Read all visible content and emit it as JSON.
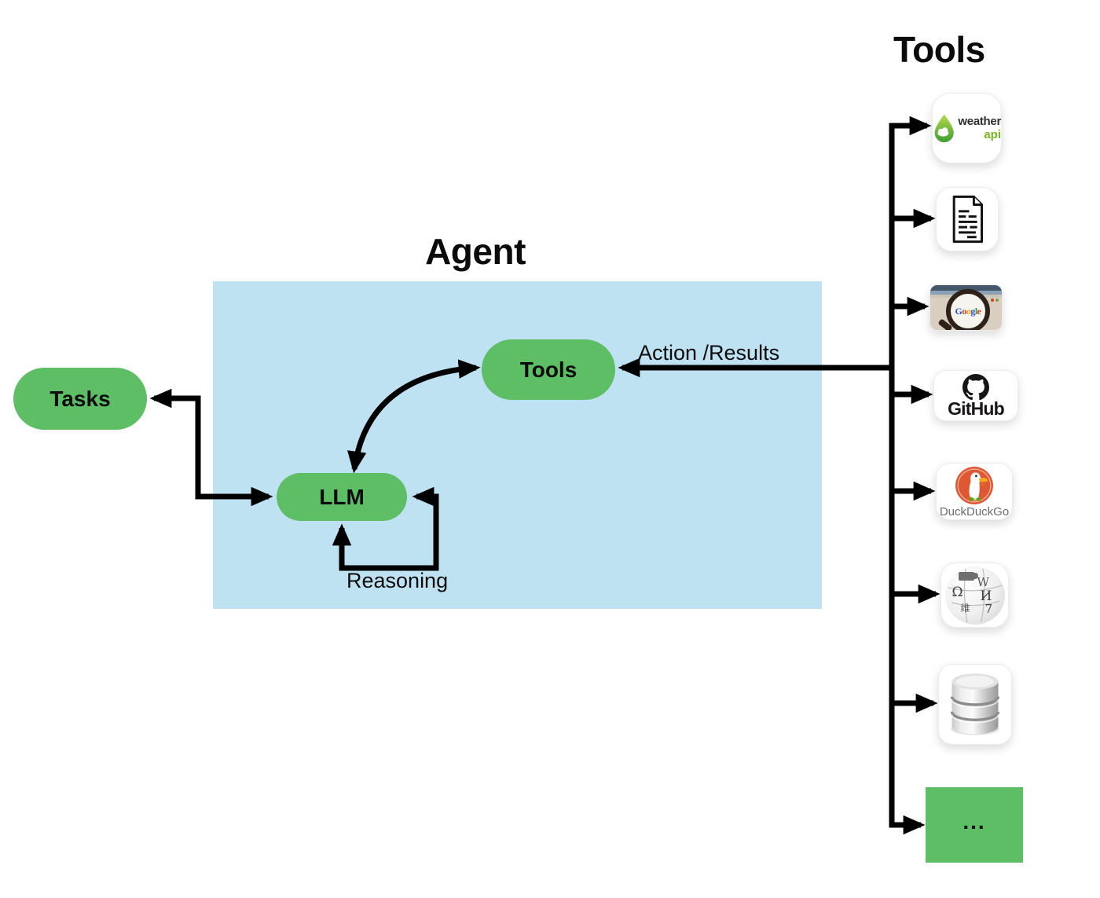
{
  "tools_panel": {
    "title": "Tools",
    "items": [
      {
        "name": "weather-api",
        "text_primary": "weather",
        "text_secondary": "api"
      },
      {
        "name": "document"
      },
      {
        "name": "google-search",
        "letters": [
          "G",
          "o",
          "o",
          "g",
          "l",
          "e"
        ]
      },
      {
        "name": "github",
        "label": "GitHub"
      },
      {
        "name": "duckduckgo",
        "label": "DuckDuckGo"
      },
      {
        "name": "wikipedia",
        "glyphs": {
          "left": "Ω",
          "top": "W",
          "right": "И",
          "bottom_left": "维",
          "bottom_right": "7"
        }
      },
      {
        "name": "database"
      },
      {
        "name": "more",
        "label": "..."
      }
    ]
  },
  "agent": {
    "title": "Agent",
    "tasks_label": "Tasks",
    "llm_label": "LLM",
    "tools_label": "Tools",
    "action_results_label": "Action /Results",
    "reasoning_label": "Reasoning"
  },
  "colors": {
    "node_green": "#5dbe66",
    "agent_background": "#bfe2f3",
    "arrow_black": "#000000",
    "weatherapi_green": "#74b621",
    "github_black": "#171515",
    "duckduckgo_red": "#de5833",
    "duckduckgo_text_gray": "#6d6d6d"
  }
}
